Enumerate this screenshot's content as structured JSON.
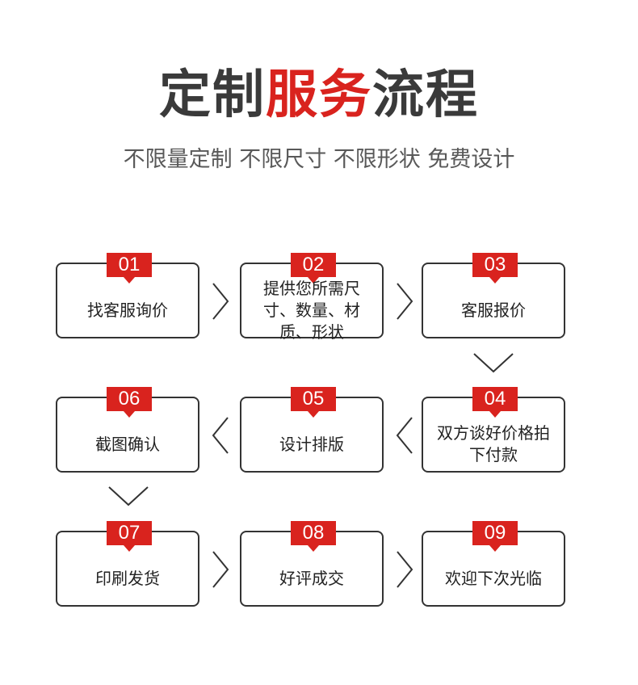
{
  "header": {
    "title_dark_1": "定制",
    "title_red": "服务",
    "title_dark_2": "流程",
    "subtitle": "不限量定制 不限尺寸 不限形状 免费设计"
  },
  "colors": {
    "accent": "#d9231e",
    "border": "#333333",
    "text": "#333333"
  },
  "steps": [
    {
      "num": "01",
      "label": "找客服询价"
    },
    {
      "num": "02",
      "label": "提供您所需尺寸、数量、材质、形状"
    },
    {
      "num": "03",
      "label": "客服报价"
    },
    {
      "num": "04",
      "label": "双方谈好价格拍下付款"
    },
    {
      "num": "05",
      "label": "设计排版"
    },
    {
      "num": "06",
      "label": "截图确认"
    },
    {
      "num": "07",
      "label": "印刷发货"
    },
    {
      "num": "08",
      "label": "好评成交"
    },
    {
      "num": "09",
      "label": "欢迎下次光临"
    }
  ],
  "arrows": [
    "chevron-right-icon",
    "chevron-left-icon",
    "chevron-down-icon"
  ]
}
